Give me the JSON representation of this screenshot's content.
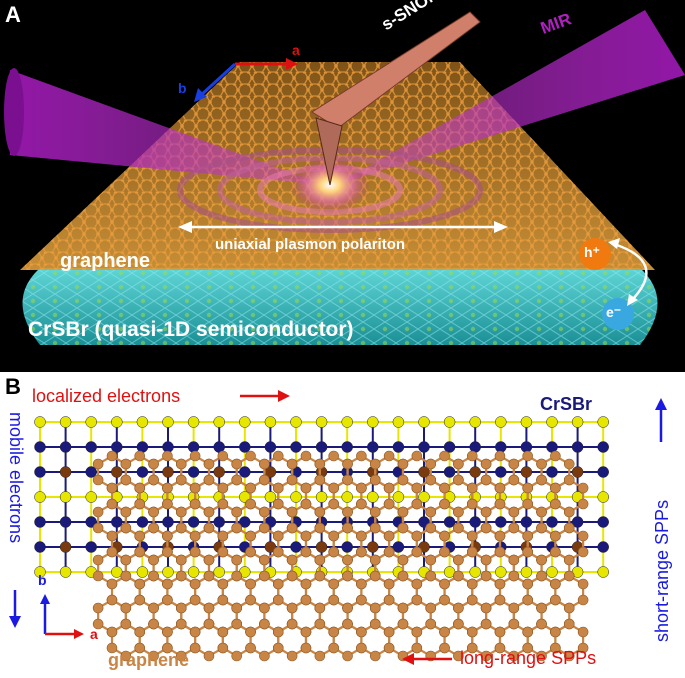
{
  "panel_a": {
    "letter": "A",
    "axis_a": "a",
    "axis_b": "b",
    "probe_label": "s-SNOM",
    "beam_label": "MIR",
    "polariton_label": "uniaxial plasmon polariton",
    "graphene_label": "graphene",
    "substrate_label": "CrSBr (quasi-1D semiconductor)",
    "hole_label": "h⁺",
    "electron_label": "e⁻",
    "colors": {
      "graphene_layer": "#c98a2e",
      "substrate": "#2bb3b8",
      "beam": "#b020c0",
      "axis_a": "#e01010",
      "axis_b": "#1a3fe0"
    }
  },
  "panel_b": {
    "letter": "B",
    "localized_label": "localized electrons",
    "crsbr_label": "CrSBr",
    "mobile_label": "mobile electrons",
    "short_range_label": "short-range SPPs",
    "long_range_label": "long-range SPPs",
    "graphene_label": "graphene",
    "axis_a": "a",
    "axis_b": "b",
    "colors": {
      "cr_atom": "#1a1a7a",
      "s_atom": "#e6e600",
      "br_atom": "#7a3a10",
      "c_atom": "#c98545",
      "red_text": "#e01010",
      "blue_text": "#1a1ae0"
    }
  }
}
